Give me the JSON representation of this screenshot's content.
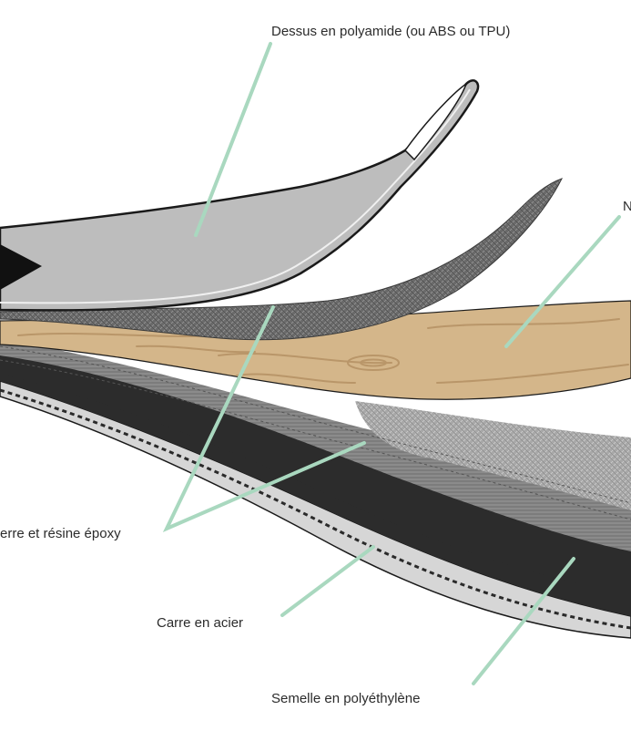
{
  "labels": {
    "top_sheet": "Dessus en polyamide (ou ABS ou TPU)",
    "core": "N",
    "fiberglass": "erre et résine époxy",
    "steel_edge": "Carre en acier",
    "base": "Semelle en polyéthylène"
  },
  "colors": {
    "leader_line": "#a9d8bf",
    "top_sheet": "#bdbdbd",
    "outline": "#1a1a1a",
    "fiberglass": "#6e6e6e",
    "wood_core": "#d4b68a",
    "wood_grain": "#b99669",
    "lower_laminate": "#8a8a8a",
    "base": "#2c2c2c",
    "steel_edge": "#d8d8d8"
  }
}
